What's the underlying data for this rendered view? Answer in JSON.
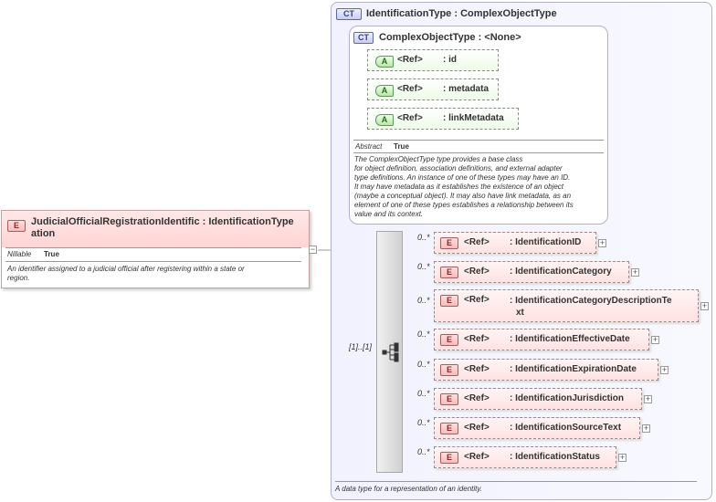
{
  "root_element": {
    "badge": "E",
    "title": "JudicialOfficialRegistrationIdentific : IdentificationTypeation",
    "title_line1": "JudicialOfficialRegistrationIdentific : IdentificationType",
    "title_line2": "ation",
    "nillable_key": "Nillable",
    "nillable_value": "True",
    "documentation": "An identifier assigned to a judicial official after registering within a state or region.",
    "doc_line1": "An identifier assigned to a judicial official after registering within a state or",
    "doc_line2": "region.",
    "collapse_symbol": "−"
  },
  "complex_type": {
    "badge": "CT",
    "title": "IdentificationType : ComplexObjectType",
    "documentation": "A data type for a representation of an identity."
  },
  "base_type": {
    "badge": "CT",
    "title": "ComplexObjectType : <None>",
    "attributes": [
      {
        "badge": "A",
        "ref": "<Ref>",
        "name": ": id"
      },
      {
        "badge": "A",
        "ref": "<Ref>",
        "name": ": metadata"
      },
      {
        "badge": "A",
        "ref": "<Ref>",
        "name": ": linkMetadata"
      }
    ],
    "abstract_key": "Abstract",
    "abstract_value": "True",
    "doc_lines": [
      "The ComplexObjectType type provides a base class",
      "for object definition, association definitions, and external adapter",
      "type definitions. An instance of one of these types may have an ID.",
      "It may have metadata as it establishes the existence of an object",
      "(maybe a conceptual object). It may also have link metadata, as an",
      "element of one of these types establishes a relationship between its",
      "value and its context."
    ]
  },
  "sequence": {
    "multiplicity": "[1]..[1]",
    "children": [
      {
        "badge": "E",
        "mult": "0..*",
        "ref": "<Ref>",
        "name": ": IdentificationID",
        "expand": "+"
      },
      {
        "badge": "E",
        "mult": "0..*",
        "ref": "<Ref>",
        "name": ": IdentificationCategory",
        "expand": "+"
      },
      {
        "badge": "E",
        "mult": "0..*",
        "ref": "<Ref>",
        "name": ": IdentificationCategoryDescriptionText",
        "name_line1": ": IdentificationCategoryDescriptionTe",
        "name_line2": "xt",
        "expand": "+"
      },
      {
        "badge": "E",
        "mult": "0..*",
        "ref": "<Ref>",
        "name": ": IdentificationEffectiveDate",
        "expand": "+"
      },
      {
        "badge": "E",
        "mult": "0..*",
        "ref": "<Ref>",
        "name": ": IdentificationExpirationDate",
        "expand": "+"
      },
      {
        "badge": "E",
        "mult": "0..*",
        "ref": "<Ref>",
        "name": ": IdentificationJurisdiction",
        "expand": "+"
      },
      {
        "badge": "E",
        "mult": "0..*",
        "ref": "<Ref>",
        "name": ": IdentificationSourceText",
        "expand": "+"
      },
      {
        "badge": "E",
        "mult": "0..*",
        "ref": "<Ref>",
        "name": ": IdentificationStatus",
        "expand": "+"
      }
    ]
  }
}
